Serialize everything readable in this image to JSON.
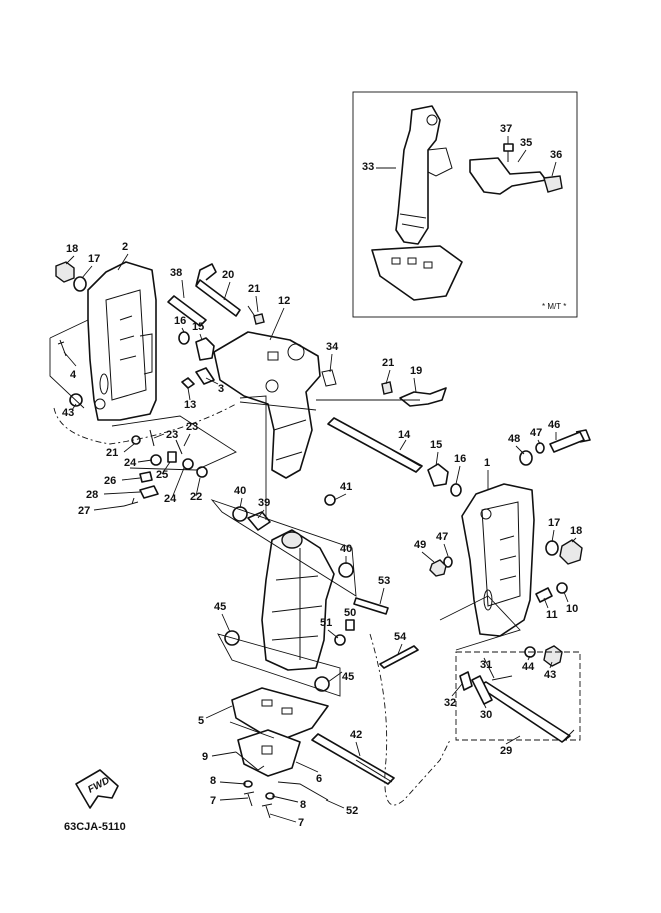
{
  "drawing_code": "63CJA-5110",
  "inset_label": "* M/T *",
  "fwd_label": "FWD",
  "callouts": [
    {
      "id": "c18a",
      "text": "18"
    },
    {
      "id": "c17a",
      "text": "17"
    },
    {
      "id": "c2",
      "text": "2"
    },
    {
      "id": "c38",
      "text": "38"
    },
    {
      "id": "c20",
      "text": "20"
    },
    {
      "id": "c21a",
      "text": "21"
    },
    {
      "id": "c12",
      "text": "12"
    },
    {
      "id": "c16a",
      "text": "16"
    },
    {
      "id": "c15a",
      "text": "15"
    },
    {
      "id": "c34",
      "text": "34"
    },
    {
      "id": "c21b",
      "text": "21"
    },
    {
      "id": "c19",
      "text": "19"
    },
    {
      "id": "c3",
      "text": "3"
    },
    {
      "id": "c13",
      "text": "13"
    },
    {
      "id": "c4",
      "text": "4"
    },
    {
      "id": "c43a",
      "text": "43"
    },
    {
      "id": "c23a",
      "text": "23"
    },
    {
      "id": "c23b",
      "text": "23"
    },
    {
      "id": "c21c",
      "text": "21"
    },
    {
      "id": "c24a",
      "text": "24"
    },
    {
      "id": "c25",
      "text": "25"
    },
    {
      "id": "c26",
      "text": "26"
    },
    {
      "id": "c28",
      "text": "28"
    },
    {
      "id": "c24b",
      "text": "24"
    },
    {
      "id": "c22",
      "text": "22"
    },
    {
      "id": "c27",
      "text": "27"
    },
    {
      "id": "c14",
      "text": "14"
    },
    {
      "id": "c15b",
      "text": "15"
    },
    {
      "id": "c16b",
      "text": "16"
    },
    {
      "id": "c41",
      "text": "41"
    },
    {
      "id": "c40a",
      "text": "40"
    },
    {
      "id": "c39",
      "text": "39"
    },
    {
      "id": "c40b",
      "text": "40"
    },
    {
      "id": "c1",
      "text": "1"
    },
    {
      "id": "c48",
      "text": "48"
    },
    {
      "id": "c47a",
      "text": "47"
    },
    {
      "id": "c46",
      "text": "46"
    },
    {
      "id": "c17b",
      "text": "17"
    },
    {
      "id": "c18b",
      "text": "18"
    },
    {
      "id": "c47b",
      "text": "47"
    },
    {
      "id": "c49",
      "text": "49"
    },
    {
      "id": "c53",
      "text": "53"
    },
    {
      "id": "c45a",
      "text": "45"
    },
    {
      "id": "c50",
      "text": "50"
    },
    {
      "id": "c51",
      "text": "51"
    },
    {
      "id": "c54",
      "text": "54"
    },
    {
      "id": "c10",
      "text": "10"
    },
    {
      "id": "c11",
      "text": "11"
    },
    {
      "id": "c44",
      "text": "44"
    },
    {
      "id": "c43b",
      "text": "43"
    },
    {
      "id": "c31",
      "text": "31"
    },
    {
      "id": "c32",
      "text": "32"
    },
    {
      "id": "c30",
      "text": "30"
    },
    {
      "id": "c45b",
      "text": "45"
    },
    {
      "id": "c5",
      "text": "5"
    },
    {
      "id": "c42",
      "text": "42"
    },
    {
      "id": "c29",
      "text": "29"
    },
    {
      "id": "c9",
      "text": "9"
    },
    {
      "id": "c6",
      "text": "6"
    },
    {
      "id": "c8a",
      "text": "8"
    },
    {
      "id": "c8b",
      "text": "8"
    },
    {
      "id": "c7a",
      "text": "7"
    },
    {
      "id": "c52",
      "text": "52"
    },
    {
      "id": "c7b",
      "text": "7"
    },
    {
      "id": "c33",
      "text": "33"
    },
    {
      "id": "c37",
      "text": "37"
    },
    {
      "id": "c35",
      "text": "35"
    },
    {
      "id": "c36",
      "text": "36"
    }
  ]
}
